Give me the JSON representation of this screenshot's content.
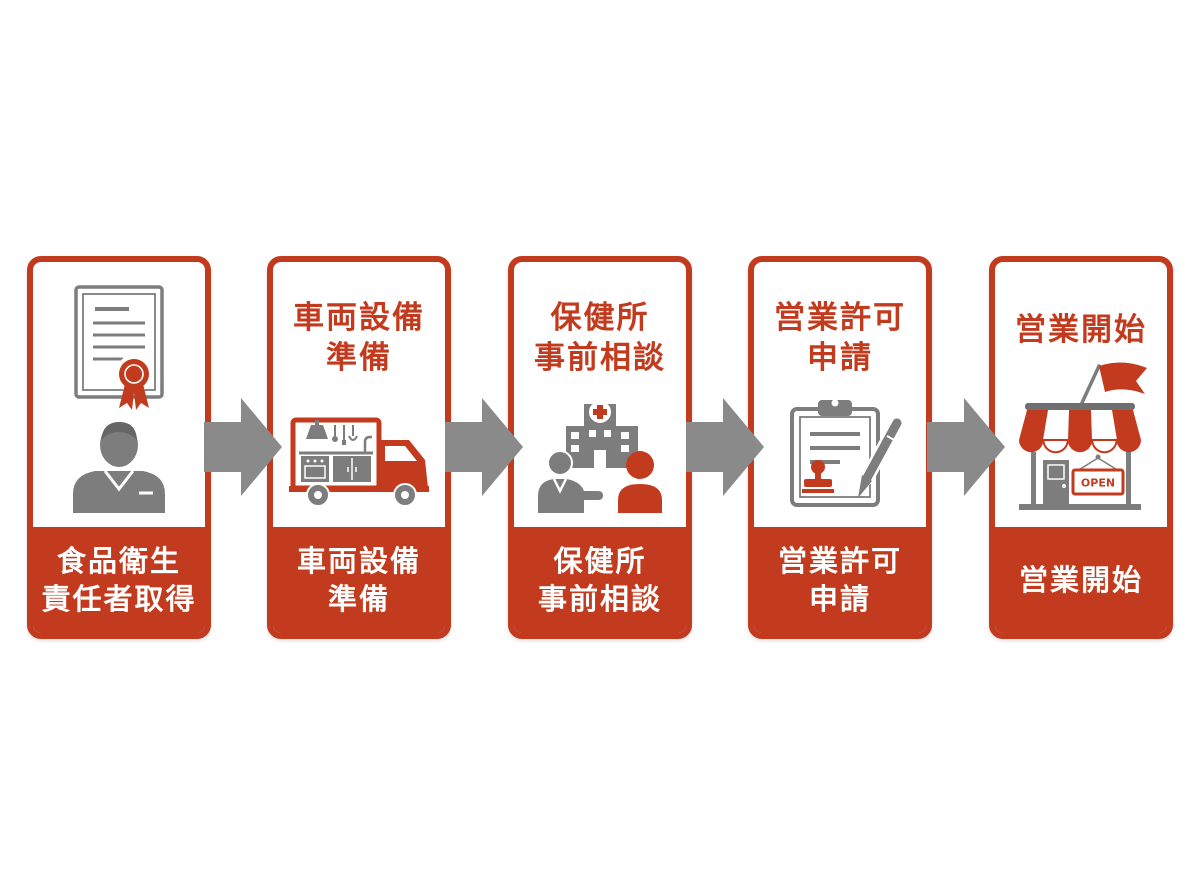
{
  "diagram": {
    "steps": [
      {
        "title_lines": [],
        "label_lines": [
          "食品衛生",
          "責任者取得"
        ],
        "icons": [
          "certificate-icon",
          "award-ribbon-icon",
          "person-icon"
        ]
      },
      {
        "title_lines": [
          "車両設備",
          "準備"
        ],
        "label_lines": [
          "車両設備",
          "準備"
        ],
        "icons": [
          "food-truck-icon"
        ]
      },
      {
        "title_lines": [
          "保健所",
          "事前相談"
        ],
        "label_lines": [
          "保健所",
          "事前相談"
        ],
        "icons": [
          "hospital-icon",
          "consultant-person-icon",
          "visitor-person-icon"
        ]
      },
      {
        "title_lines": [
          "営業許可",
          "申請"
        ],
        "label_lines": [
          "営業許可",
          "申請"
        ],
        "icons": [
          "clipboard-icon",
          "stamp-icon",
          "pen-icon"
        ]
      },
      {
        "title_lines": [
          "営業開始"
        ],
        "label_lines": [
          "営業開始"
        ],
        "sign_text": "OPEN",
        "icons": [
          "flag-icon",
          "awning-icon",
          "storefront-icon",
          "open-sign-icon"
        ]
      }
    ],
    "connector_icon": "right-arrow-icon"
  },
  "colors": {
    "accent": "#c23b1e",
    "icon_gray": "#7d7d7d",
    "arrow_gray": "#8a8a8a",
    "background": "#ffffff"
  }
}
